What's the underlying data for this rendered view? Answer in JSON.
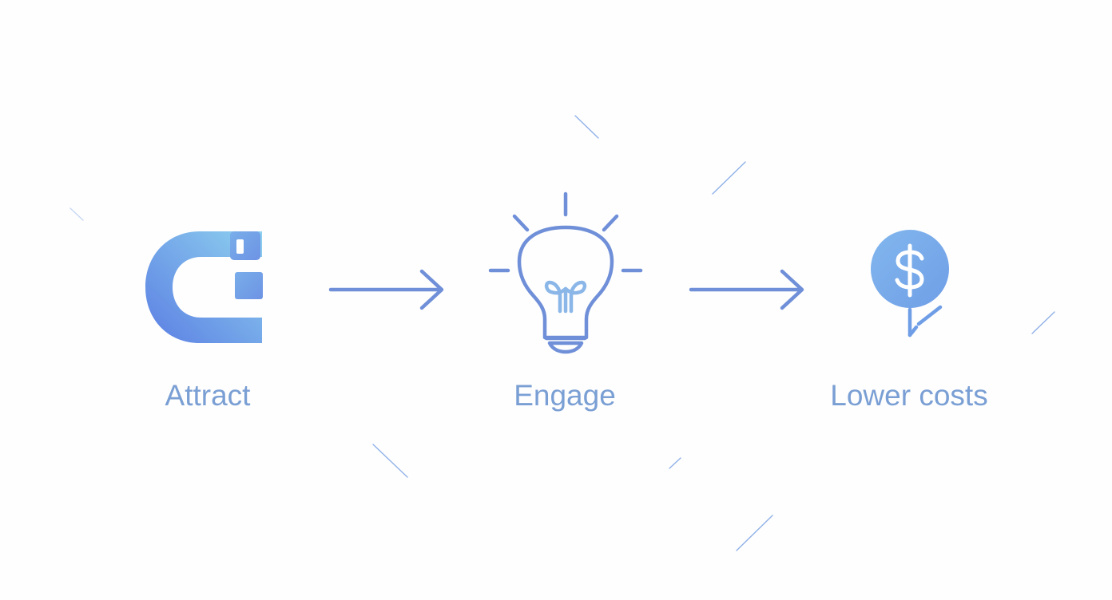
{
  "steps": [
    {
      "label": "Attract",
      "icon": "magnet-icon"
    },
    {
      "label": "Engage",
      "icon": "lightbulb-icon"
    },
    {
      "label": "Lower costs",
      "icon": "dollar-coin-down-icon"
    }
  ],
  "connectors": [
    "arrow-right-icon",
    "arrow-right-icon"
  ],
  "colors": {
    "background": "#fefefe",
    "label": "#7a9fd4",
    "icon_stroke": "#6f8fd8",
    "magnet_gradient_start": "#5b7ee3",
    "magnet_gradient_end": "#8ed1ef",
    "coin_fill": "#78aae8",
    "deco_line": "#8fb1e8"
  }
}
